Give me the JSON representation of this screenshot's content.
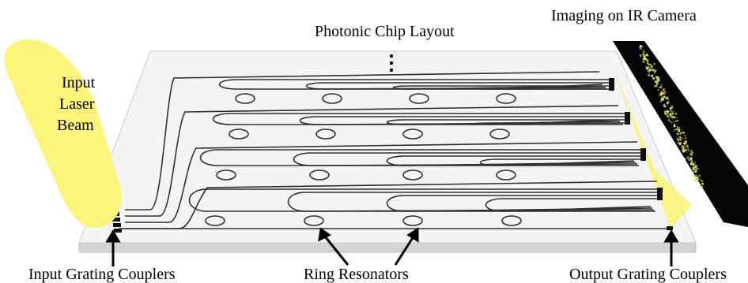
{
  "title": "Photonic Chip Layout",
  "ellipsis": "⋮",
  "beam_label": [
    "Input",
    "Laser",
    "Beam"
  ],
  "camera_label": "Imaging on IR Camera",
  "bottom_labels": {
    "input_couplers": "Input Grating Couplers",
    "ring_resonators": "Ring Resonators",
    "output_couplers": "Output Grating Couplers"
  },
  "colors": {
    "beam": "#fbf37a",
    "chip_top": "#f4f4f4",
    "chip_edge": "#d9d9d9",
    "waveguide": "#303030",
    "camera": "#050505",
    "speckle": "#e8e36a"
  },
  "layout": {
    "rows": 4,
    "resonators_per_row": 4,
    "output_couplers_per_row": 4
  }
}
